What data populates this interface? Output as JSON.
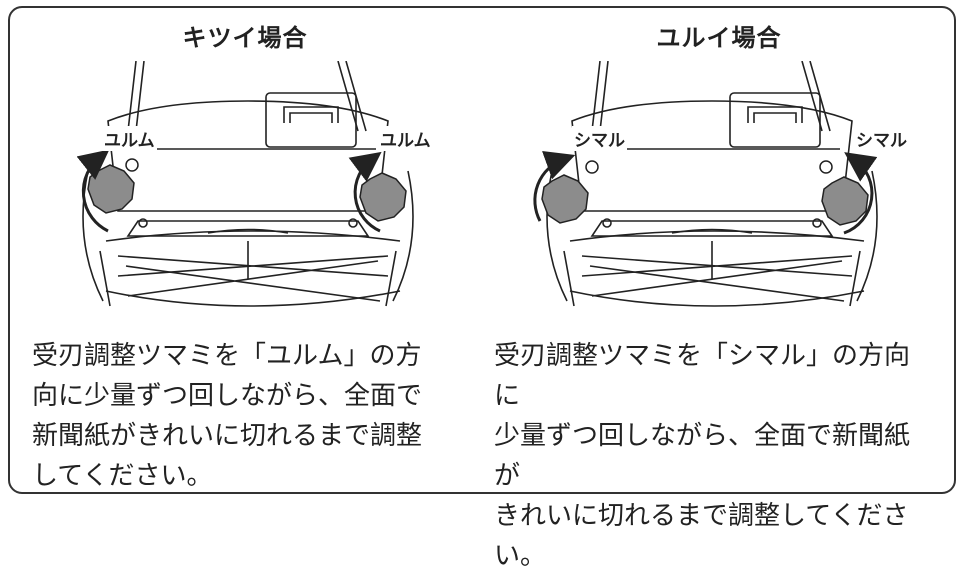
{
  "left": {
    "title": "キツイ場合",
    "label": "ユルム",
    "description": "受刃調整ツマミを「ユルム」の方\n向に少量ずつ回しながら、全面で\n新聞紙がきれいに切れるまで調整\nしてください。"
  },
  "right": {
    "title": "ユルイ場合",
    "label": "シマル",
    "description": "受刃調整ツマミを「シマル」の方向に\n少量ずつ回しながら、全面で新聞紙が\nきれいに切れるまで調整してくださ\nい。"
  },
  "icons": {
    "mower": "reel-mower-rear-view",
    "knob": "adjustment-knob",
    "arrow_loosen": "rotate-arrow-loosen",
    "arrow_tighten": "rotate-arrow-tighten"
  },
  "colors": {
    "border": "#333333",
    "line": "#222222",
    "knob_fill": "#8c8c8c"
  }
}
